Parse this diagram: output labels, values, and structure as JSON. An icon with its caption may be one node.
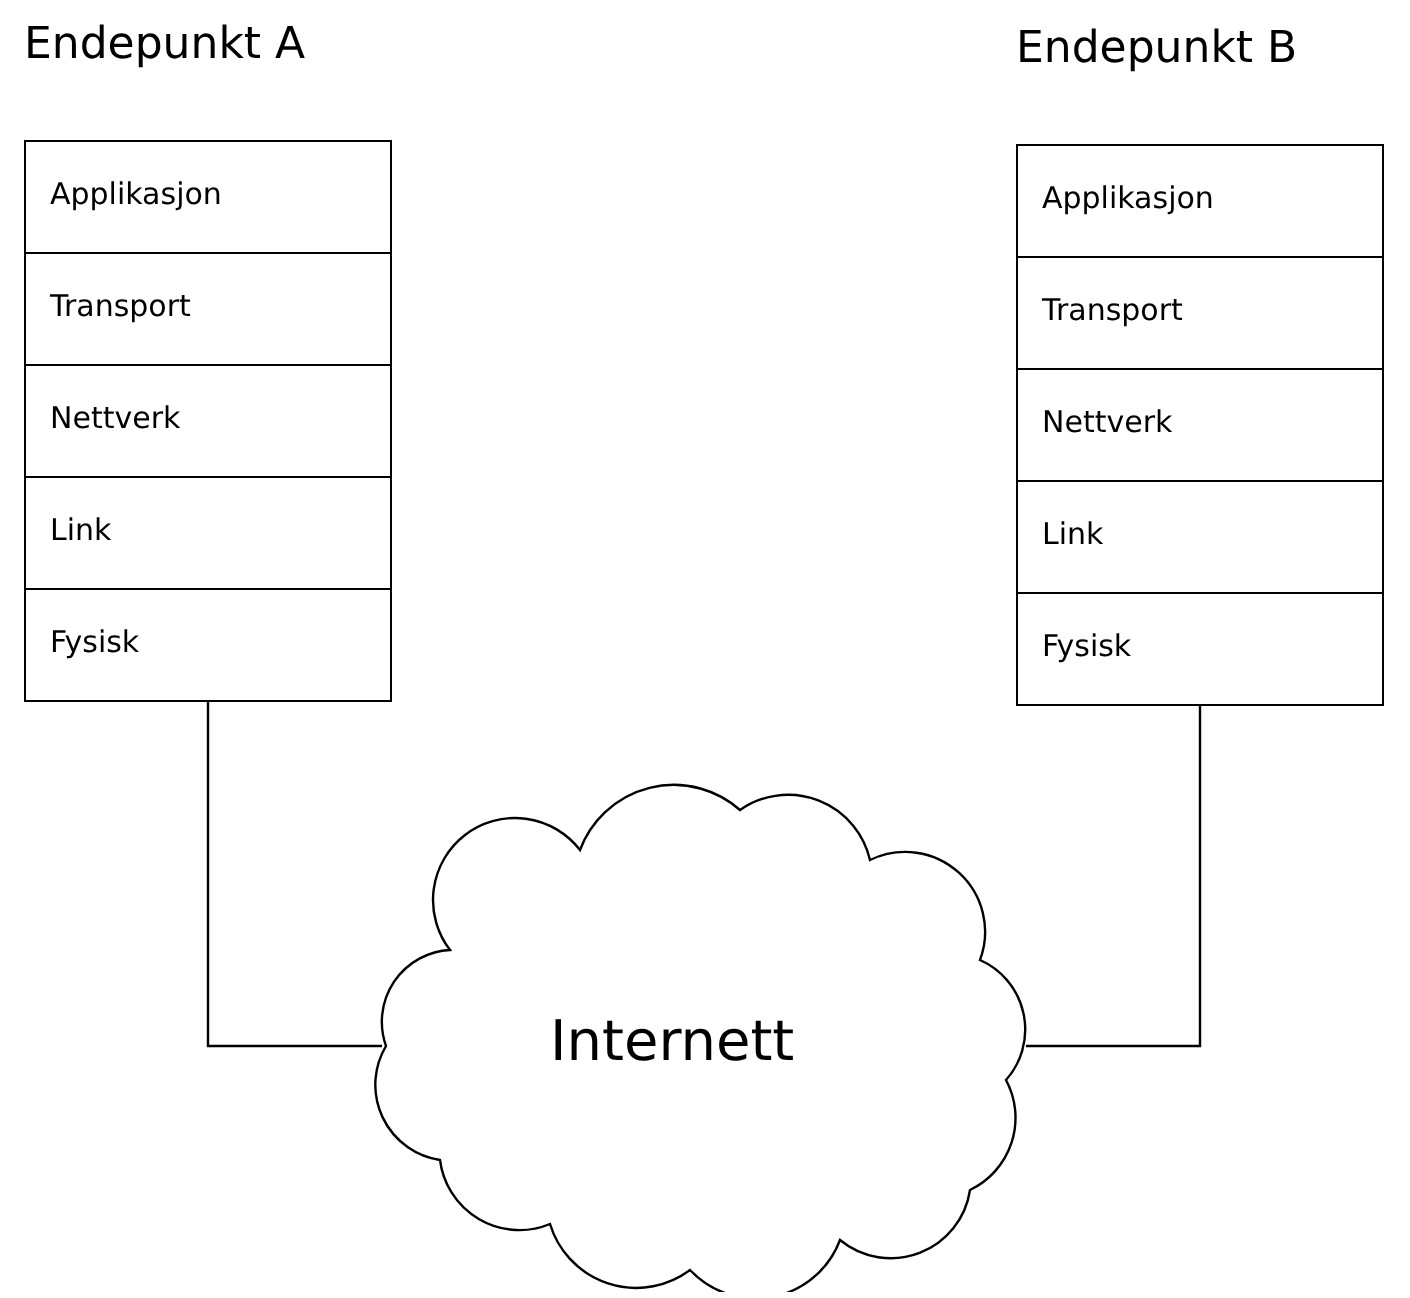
{
  "diagram": {
    "nodes": [
      {
        "text": [
          "Endepunkt A"
        ]
      },
      {
        "text": [
          "Applikasjon"
        ],
        "in": 0
      },
      {
        "text": [
          "Transport"
        ],
        "in": 0
      },
      {
        "text": [
          "Nettverk"
        ],
        "in": 0
      },
      {
        "text": [
          "Link"
        ],
        "in": 0
      },
      {
        "text": [
          "Fysisk"
        ],
        "in": 0
      },
      {
        "text": [
          "Endepunkt B"
        ]
      },
      {
        "text": [
          "Applikasjon"
        ],
        "in": 6
      },
      {
        "text": [
          "Transport"
        ],
        "in": 6
      },
      {
        "text": [
          "Nettverk"
        ],
        "in": 6
      },
      {
        "text": [
          "Link"
        ],
        "in": 6
      },
      {
        "text": [
          "Fysisk"
        ],
        "in": 6
      },
      {
        "text": [
          "Internett"
        ]
      }
    ],
    "edges": [
      {
        "from": 5,
        "to": 12,
        "arrow": "none"
      },
      {
        "from": 11,
        "to": 12,
        "arrow": "none"
      }
    ]
  }
}
